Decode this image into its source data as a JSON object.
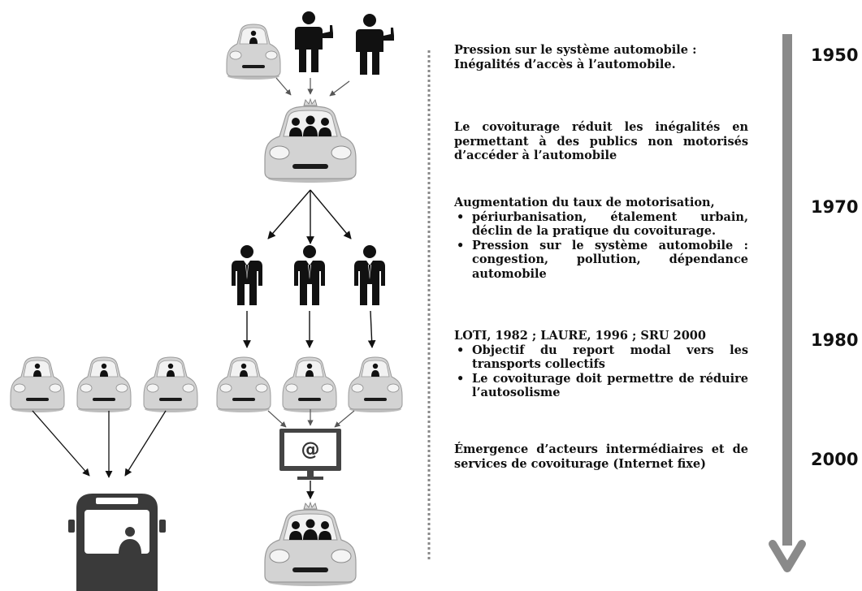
{
  "blocks": {
    "b1": {
      "lines": [
        "Pression sur le système automobile :",
        "Inégalités d’accès à l’automobile."
      ]
    },
    "b2": {
      "text": "Le covoiturage réduit les inégalités en permettant à des publics non motorisés d’accéder à l’automobile"
    },
    "b3": {
      "head": "Augmentation du taux de motorisation,",
      "items": [
        "périurbanisation, étalement urbain, déclin de la pratique du covoiturage.",
        "Pression sur le système automobile : congestion, pollution, dépendance automobile"
      ]
    },
    "b4": {
      "head": "LOTI, 1982 ; LAURE, 1996 ; SRU 2000",
      "items": [
        "Objectif du report modal vers les transports collectifs",
        "Le covoiturage doit permettre de réduire l’autosolisme"
      ]
    },
    "b5": {
      "text": "Émergence d’acteurs intermédiaires et de services de covoiturage (Internet fixe)"
    }
  },
  "years": [
    "1950",
    "1970",
    "1980",
    "2000"
  ],
  "monitor_symbol": "@",
  "colors": {
    "timeline_arrow": "#8a8a8a",
    "car_body": "#d2d2d2",
    "person": "#111111",
    "divider": "#888888"
  },
  "icons": [
    "small-car-icon",
    "person-thumbs-up-icon",
    "big-carpool-car-icon",
    "businessman-icon",
    "computer-monitor-icon",
    "bus-icon",
    "arrow-icon",
    "timeline-arrow-icon"
  ]
}
